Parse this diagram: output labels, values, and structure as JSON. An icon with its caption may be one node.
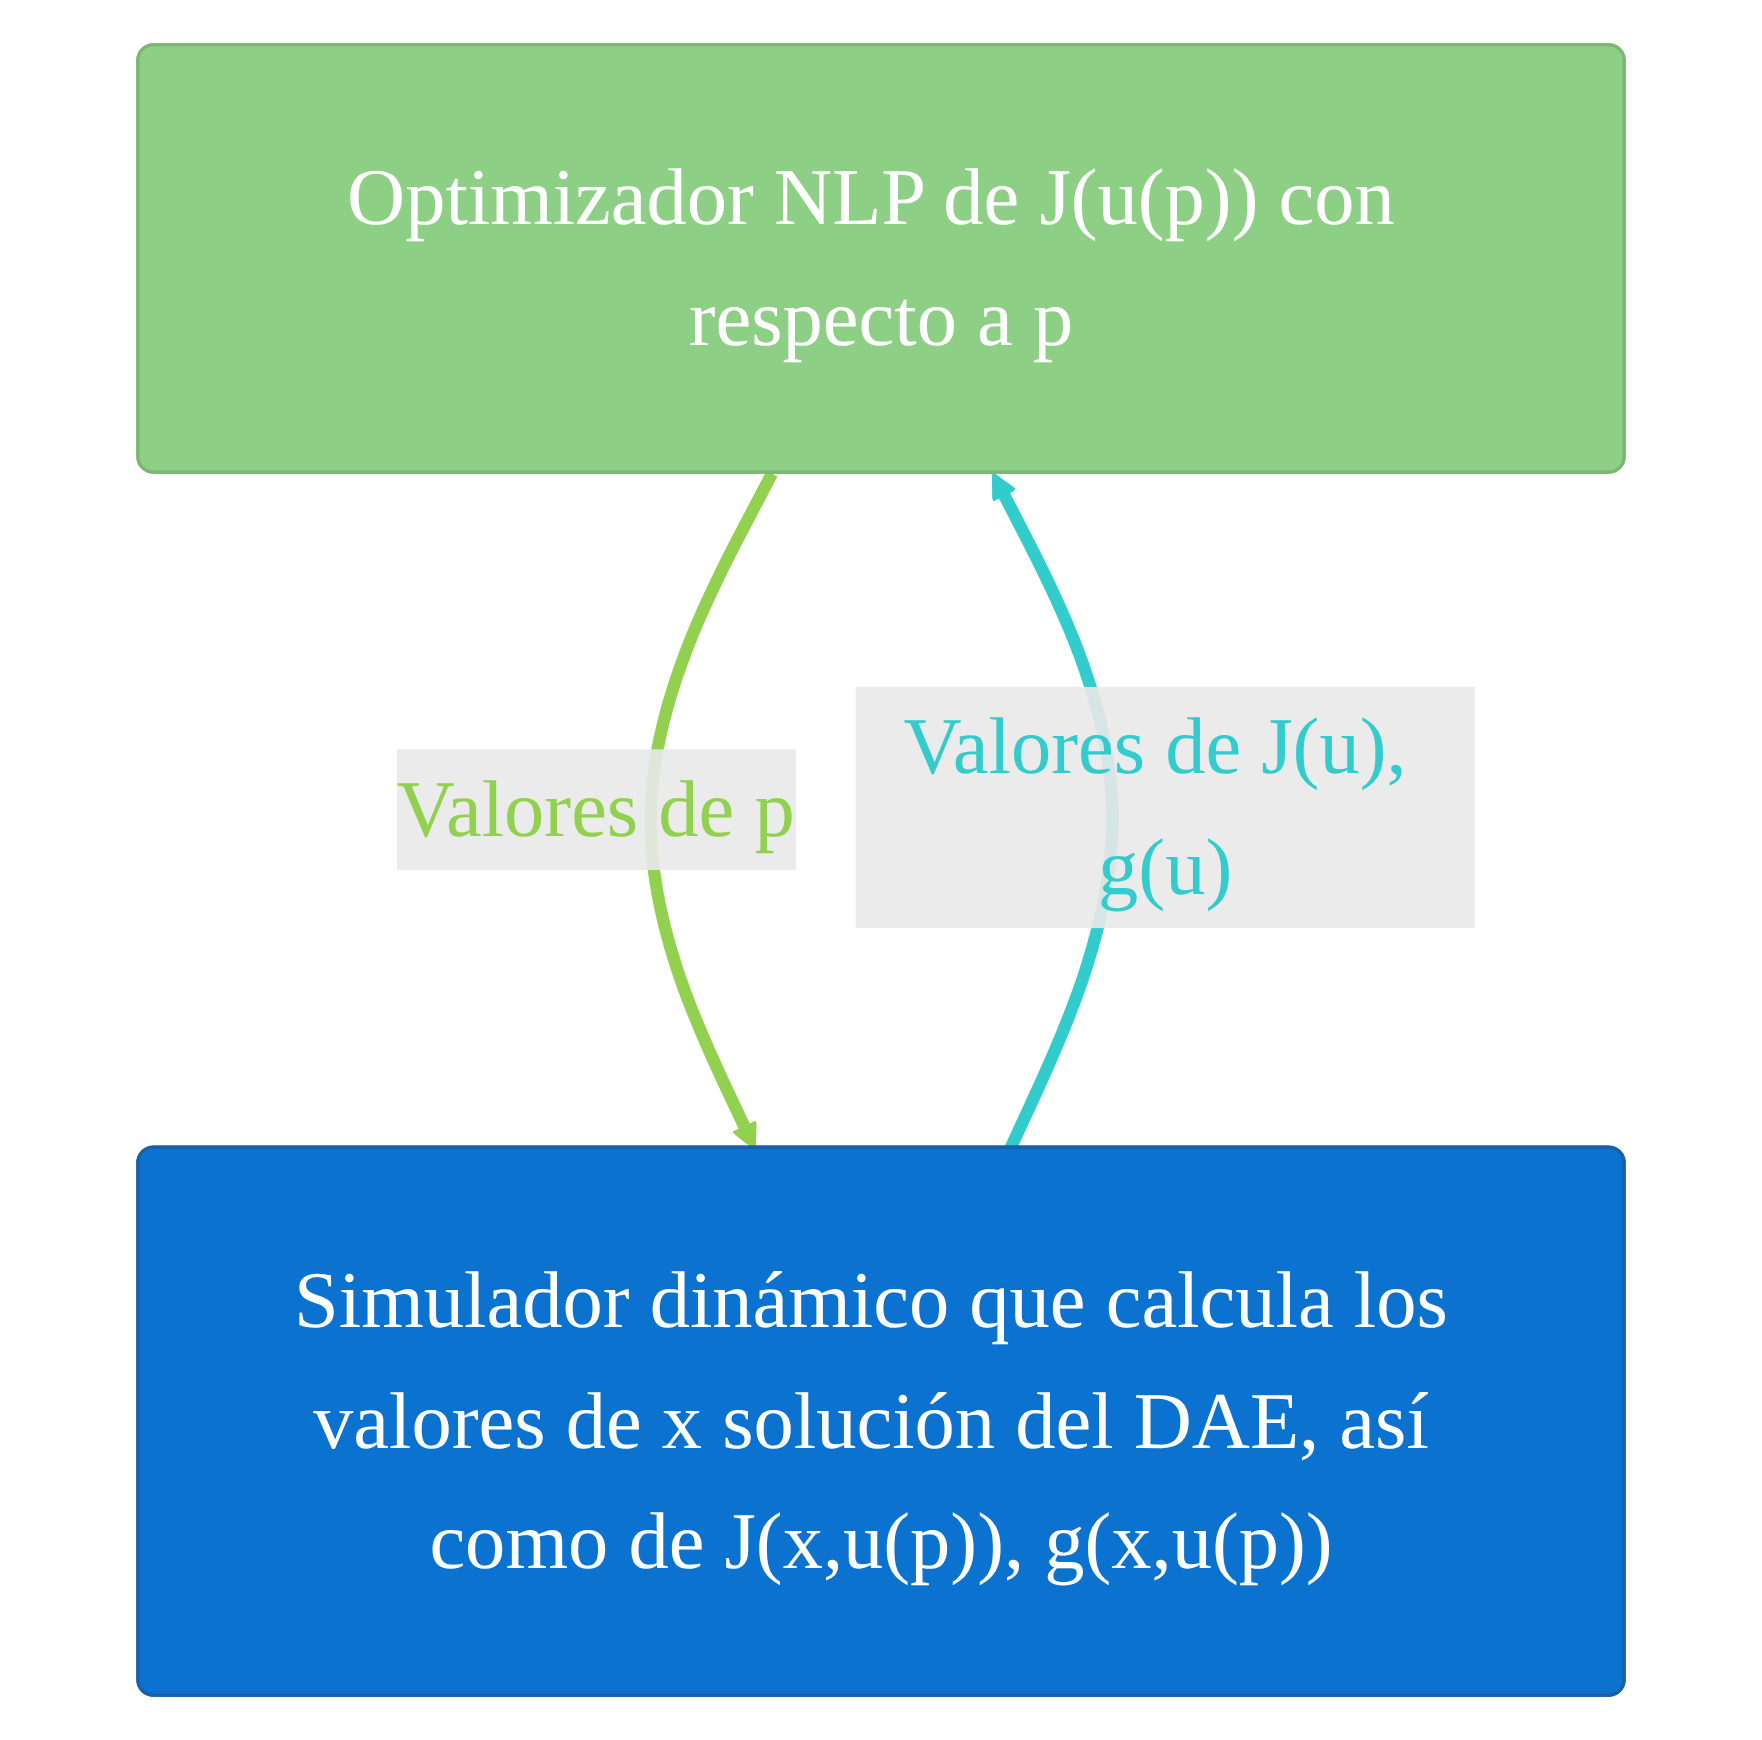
{
  "diagram": {
    "nodes": [
      {
        "text": [
          "Optimizador NLP de J(u(p)) con respecto a p"
        ]
      },
      {
        "text": [
          "Simulador dinámico que calcula los valores de x solución del DAE, así como de J(x,u(p)), g(x,u(p))"
        ]
      }
    ],
    "edges": [
      {
        "from": 0,
        "to": 1,
        "arrow": "to",
        "label": "Valores de p",
        "color": "#92d050"
      },
      {
        "from": 1,
        "to": 0,
        "arrow": "to",
        "label": "Valores de J(u), g(u)",
        "color": "#33cccc"
      }
    ]
  }
}
